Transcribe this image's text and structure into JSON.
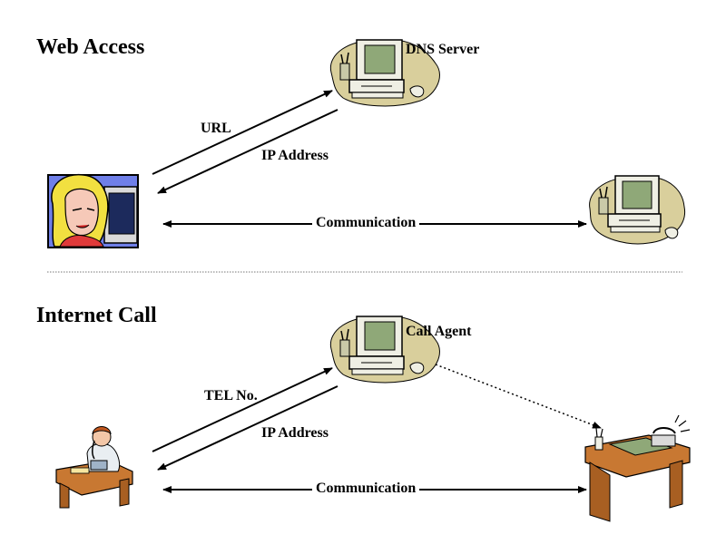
{
  "web_access": {
    "title": "Web Access",
    "server_label": "DNS Server",
    "request_label": "URL",
    "response_label": "IP Address",
    "communication_label": "Communication"
  },
  "internet_call": {
    "title": "Internet Call",
    "server_label": "Call Agent",
    "request_label": "TEL No.",
    "response_label": "IP Address",
    "communication_label": "Communication"
  },
  "colors": {
    "monitor_screen": "#8fa878",
    "computer_body": "#efefe4",
    "blob": "#d9cf9c",
    "hair": "#f2e040",
    "desk": "#c87832",
    "shirt": "#e9eef2"
  }
}
